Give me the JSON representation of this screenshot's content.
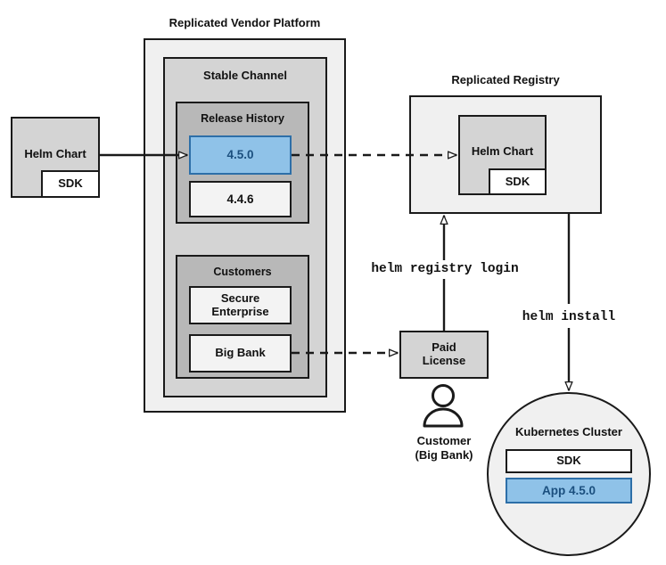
{
  "diagram": {
    "title_labels": {
      "vendor_platform": "Replicated Vendor Platform",
      "replicated_registry": "Replicated Registry"
    },
    "vendor_platform": {
      "stable_channel": {
        "label": "Stable Channel",
        "release_history": {
          "label": "Release History",
          "releases": [
            {
              "version": "4.5.0",
              "highlighted": true
            },
            {
              "version": "4.4.6",
              "highlighted": false
            }
          ]
        },
        "customers": {
          "label": "Customers",
          "items": [
            {
              "name": "Secure\nEnterprise"
            },
            {
              "name": "Big Bank"
            }
          ]
        }
      }
    },
    "source_helm_chart": {
      "label": "Helm Chart",
      "sdk_label": "SDK"
    },
    "registry_helm_chart": {
      "label": "Helm Chart",
      "sdk_label": "SDK"
    },
    "paid_license": {
      "label": "Paid\nLicense"
    },
    "customer_actor": {
      "line1": "Customer",
      "line2": "(Big Bank)",
      "icon": "person-icon"
    },
    "kubernetes_cluster": {
      "label": "Kubernetes Cluster",
      "components": [
        {
          "label": "SDK",
          "highlighted": false
        },
        {
          "label": "App 4.5.0",
          "highlighted": true
        }
      ]
    },
    "commands": {
      "registry_login": "helm registry login",
      "install": "helm install"
    },
    "colors": {
      "highlight_fill": "#8fc2e8",
      "highlight_border": "#2d6fa8",
      "highlight_text": "#1b4f7e",
      "outer_panel": "#f0f0f0",
      "mid_panel": "#d4d4d4",
      "inner_panel": "#b8b8b8",
      "box_fill": "#f3f3f3",
      "chart_fill": "#d4d4d4",
      "stroke": "#1a1a1a"
    }
  }
}
